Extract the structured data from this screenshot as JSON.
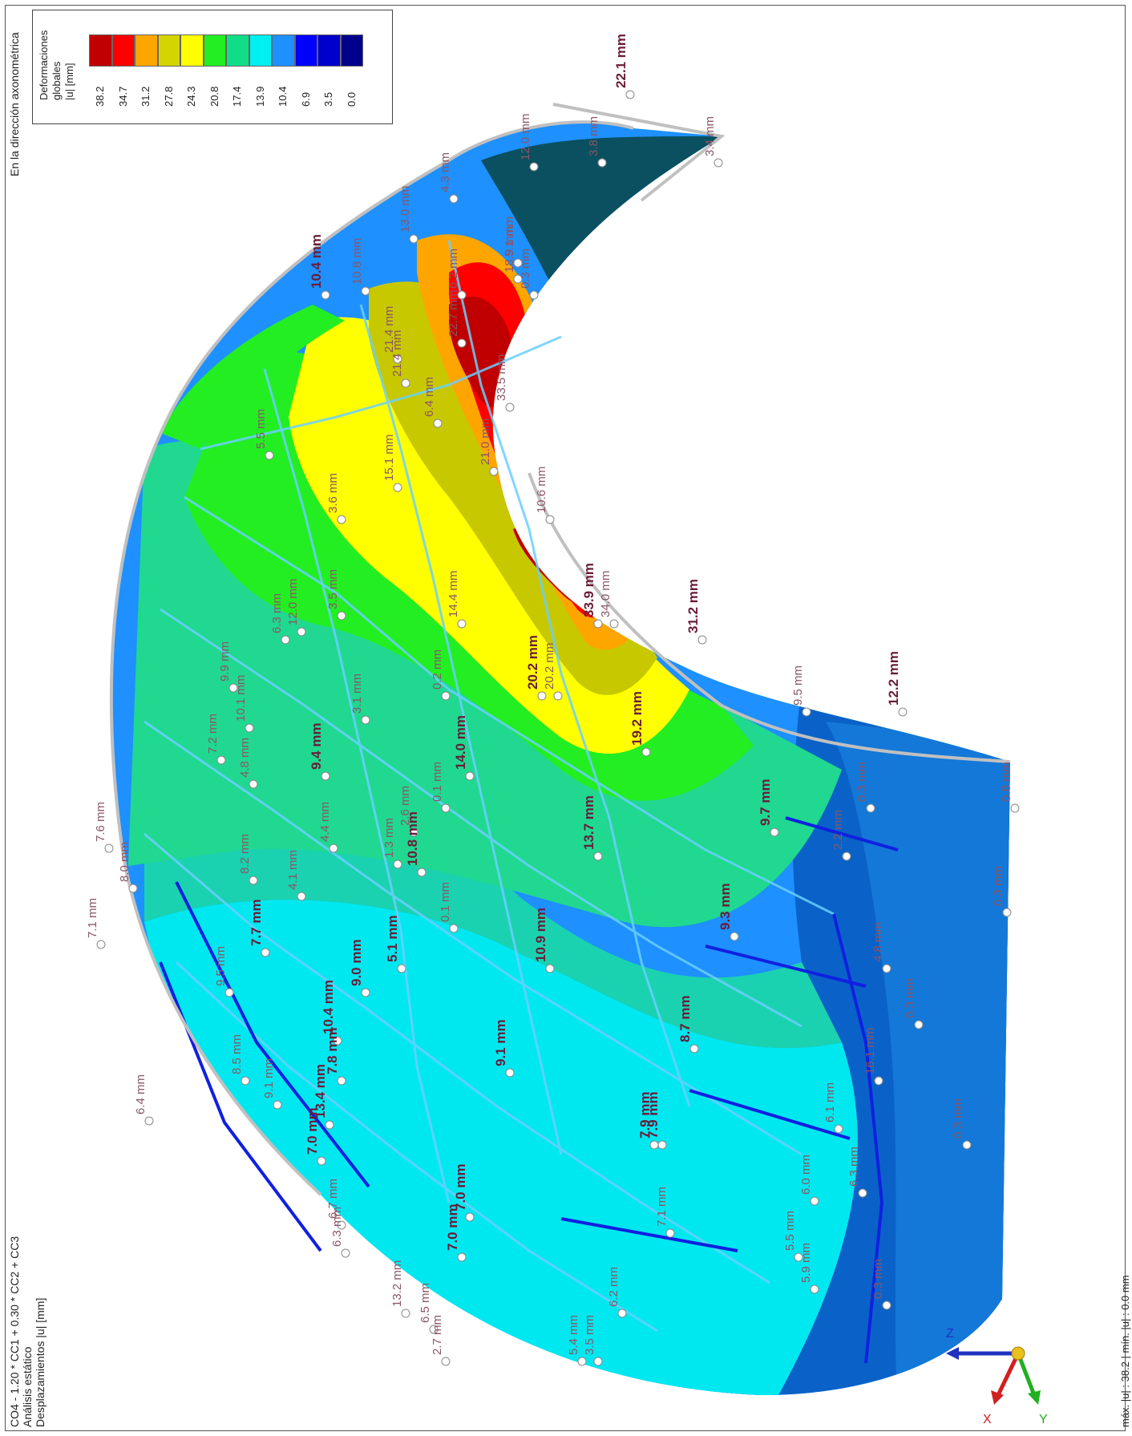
{
  "header": {
    "view_direction": "En la dirección axonométrica",
    "load_combination": "CO4 - 1.20 * CC1 + 0.30 * CC2 + CC3",
    "analysis": "Análisis estático",
    "result": "Desplazamientos |u| [mm]"
  },
  "legend": {
    "title_lines": [
      "Deformaciones",
      "globales",
      "|u| [mm]"
    ],
    "values": [
      "38.2",
      "34.7",
      "31.2",
      "27.8",
      "24.3",
      "20.8",
      "17.4",
      "13.9",
      "10.4",
      "6.9",
      "3.5",
      "0.0"
    ],
    "colors": [
      "#c00000",
      "#ff0000",
      "#ffa500",
      "#d4d400",
      "#ffff00",
      "#22ee22",
      "#11dd88",
      "#00f0f0",
      "#1e90ff",
      "#0000ff",
      "#0000cc",
      "#00008b"
    ]
  },
  "footer": "máx. |u| : 38.2 | mín. |u| : 0.0 mm",
  "axes": {
    "x": "X",
    "y": "Y",
    "z": "Z",
    "x_color": "#d02020",
    "y_color": "#20b020",
    "z_color": "#2030c0"
  },
  "labels": [
    {
      "text": "22.1 mm",
      "big": true
    },
    {
      "text": "12.0 mm",
      "big": false
    },
    {
      "text": "3.4 mm",
      "big": false
    },
    {
      "text": "3.8 mm",
      "big": false
    },
    {
      "text": "4.3 mm",
      "big": false
    },
    {
      "text": "18.9 mm",
      "big": false
    },
    {
      "text": "5.1 mm",
      "big": false
    },
    {
      "text": "0.3 mm",
      "big": false
    },
    {
      "text": "13.0 mm",
      "big": false
    },
    {
      "text": "10.8 mm",
      "big": false
    },
    {
      "text": "10.4 mm",
      "big": true
    },
    {
      "text": "22.7 mm",
      "big": false
    },
    {
      "text": "6.2 mm",
      "big": false
    },
    {
      "text": "33.5 mm",
      "big": false
    },
    {
      "text": "21.0 mm",
      "big": false
    },
    {
      "text": "21.4 mm",
      "big": false
    },
    {
      "text": "15.1 mm",
      "big": false
    },
    {
      "text": "3.6 mm",
      "big": false
    },
    {
      "text": "5.5 mm",
      "big": false
    },
    {
      "text": "6.4 mm",
      "big": false
    },
    {
      "text": "21.4 mm",
      "big": false
    },
    {
      "text": "10.6 mm",
      "big": false
    },
    {
      "text": "33.9 mm",
      "big": true
    },
    {
      "text": "34.0 mm",
      "big": false
    },
    {
      "text": "31.2 mm",
      "big": true
    },
    {
      "text": "20.2 mm",
      "big": true
    },
    {
      "text": "20.2 mm",
      "big": false
    },
    {
      "text": "9.5 mm",
      "big": false
    },
    {
      "text": "12.2 mm",
      "big": true
    },
    {
      "text": "19.2 mm",
      "big": true
    },
    {
      "text": "14.0 mm",
      "big": true
    },
    {
      "text": "0.1 mm",
      "big": false
    },
    {
      "text": "12.0 mm",
      "big": false
    },
    {
      "text": "3.5 mm",
      "big": false
    },
    {
      "text": "3.1 mm",
      "big": false
    },
    {
      "text": "0.2 mm",
      "big": false
    },
    {
      "text": "14.4 mm",
      "big": false
    },
    {
      "text": "9.7 mm",
      "big": true
    },
    {
      "text": "13.7 mm",
      "big": true
    },
    {
      "text": "10.8 mm",
      "big": true
    },
    {
      "text": "2.6 mm",
      "big": false
    },
    {
      "text": "1.3 mm",
      "big": false
    },
    {
      "text": "0.1 mm",
      "big": false
    },
    {
      "text": "9.3 mm",
      "big": true
    },
    {
      "text": "10.9 mm",
      "big": true
    },
    {
      "text": "9.0 mm",
      "big": true
    },
    {
      "text": "5.1 mm",
      "big": true
    },
    {
      "text": "4.1 mm",
      "big": false
    },
    {
      "text": "7.7 mm",
      "big": true
    },
    {
      "text": "9.4 mm",
      "big": true
    },
    {
      "text": "4.4 mm",
      "big": false
    },
    {
      "text": "8.2 mm",
      "big": false
    },
    {
      "text": "4.8 mm",
      "big": false
    },
    {
      "text": "9.9 mm",
      "big": false
    },
    {
      "text": "10.1 mm",
      "big": false
    },
    {
      "text": "7.2 mm",
      "big": false
    },
    {
      "text": "6.3 mm",
      "big": false
    },
    {
      "text": "2.2 mm",
      "big": false
    },
    {
      "text": "4.8 mm",
      "big": false
    },
    {
      "text": "8.7 mm",
      "big": true
    },
    {
      "text": "9.1 mm",
      "big": true
    },
    {
      "text": "10.4 mm",
      "big": true
    },
    {
      "text": "7.8 mm",
      "big": true
    },
    {
      "text": "13.4 mm",
      "big": true
    },
    {
      "text": "7.0 mm",
      "big": true
    },
    {
      "text": "9.1 mm",
      "big": false
    },
    {
      "text": "8.5 mm",
      "big": false
    },
    {
      "text": "9.5 mm",
      "big": false
    },
    {
      "text": "6.1 mm",
      "big": false
    },
    {
      "text": "6.0 mm",
      "big": false
    },
    {
      "text": "6.3 mm",
      "big": false
    },
    {
      "text": "7.9 mm",
      "big": true
    },
    {
      "text": "7.9 mm",
      "big": true
    },
    {
      "text": "7.0 mm",
      "big": true
    },
    {
      "text": "7.1 mm",
      "big": false
    },
    {
      "text": "7.0 mm",
      "big": true
    },
    {
      "text": "6.7 mm",
      "big": false
    },
    {
      "text": "6.3 mm",
      "big": false
    },
    {
      "text": "5.5 mm",
      "big": false
    },
    {
      "text": "5.9 mm",
      "big": false
    },
    {
      "text": "6.2 mm",
      "big": false
    },
    {
      "text": "13.2 mm",
      "big": false
    },
    {
      "text": "6.5 mm",
      "big": false
    },
    {
      "text": "2.7 mm",
      "big": false
    },
    {
      "text": "5.4 mm",
      "big": false
    },
    {
      "text": "3.5 mm",
      "big": false
    },
    {
      "text": "0.3 mm",
      "big": false
    },
    {
      "text": "0.3 mm",
      "big": false
    },
    {
      "text": "0.3 mm",
      "big": false
    },
    {
      "text": "0.3 mm",
      "big": false
    },
    {
      "text": "0.3 mm",
      "big": false
    },
    {
      "text": "0.8 mm",
      "big": false
    },
    {
      "text": "7.6 mm",
      "big": false
    },
    {
      "text": "7.1 mm",
      "big": false
    },
    {
      "text": "8.0 mm",
      "big": false
    },
    {
      "text": "6.4 mm",
      "big": false
    },
    {
      "text": "16.1 mm",
      "big": false
    }
  ]
}
